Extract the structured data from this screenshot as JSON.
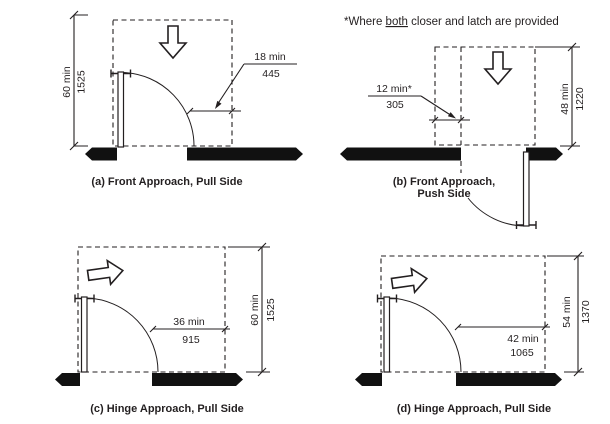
{
  "figure": {
    "note": {
      "prefix": "*Where ",
      "underlined": "both",
      "suffix": " closer and latch are provided"
    },
    "diagrams": {
      "a": {
        "caption": "(a) Front Approach, Pull Side",
        "latch_dim": {
          "label": "18 min",
          "metric": "445"
        },
        "depth_dim": {
          "label": "60 min",
          "metric": "1525"
        }
      },
      "b": {
        "caption_line1": "(b) Front Approach,",
        "caption_line2": "Push Side",
        "latch_dim": {
          "label": "12 min*",
          "metric": "305"
        },
        "depth_dim": {
          "label": "48 min",
          "metric": "1220"
        }
      },
      "c": {
        "caption": "(c) Hinge Approach, Pull Side",
        "latch_dim": {
          "label": "36 min",
          "metric": "915"
        },
        "depth_dim": {
          "label": "60 min",
          "metric": "1525"
        }
      },
      "d": {
        "caption": "(d) Hinge Approach, Pull Side",
        "latch_dim": {
          "label": "42 min",
          "metric": "1065"
        },
        "depth_dim": {
          "label": "54 min",
          "metric": "1370"
        }
      }
    },
    "colors": {
      "line": "#231f20",
      "wall": "#111111",
      "background": "#ffffff"
    }
  }
}
